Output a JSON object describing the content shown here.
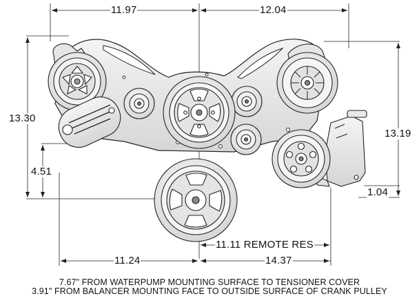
{
  "dimensions": {
    "top_left": "11.97",
    "top_right": "12.04",
    "left_height": "13.30",
    "right_height": "13.19",
    "left_lower": "4.51",
    "right_lower": "1.04",
    "bottom_left": "11.24",
    "bottom_right": "14.37",
    "remote_res": "11.11 REMOTE RES"
  },
  "notes": {
    "line1": "7.67\" FROM WATERPUMP MOUNTING SURFACE TO TENSIONER COVER",
    "line2": "3.91\" FROM BALANCER MOUNTING FACE TO OUTSIDE SURFACE OF CRANK PULLEY"
  }
}
